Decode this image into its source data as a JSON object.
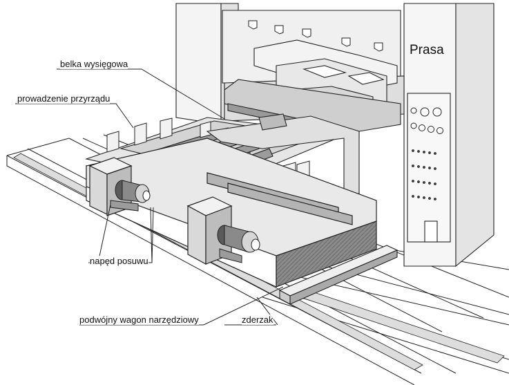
{
  "labels": {
    "press": "Prasa",
    "ejector_beam": "belka wysięgowa",
    "fixture_guide": "prowadzenie przyrządu",
    "feed_drive": "napęd posuwu",
    "double_tool_wagon": "podwójny wagon narzędziowy",
    "stop": "zderzak"
  },
  "colors": {
    "line": "#222222",
    "light": "#eeeeee",
    "mid": "#bdbdbd",
    "dark": "#7a7a7a",
    "darker": "#4a4a4a"
  }
}
